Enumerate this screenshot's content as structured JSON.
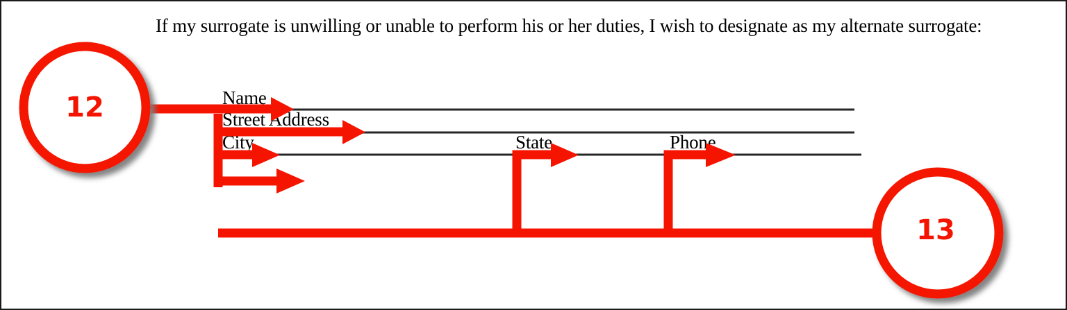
{
  "document": {
    "type": "annotated-form-excerpt",
    "intro_paragraph": "If my surrogate is unwilling or unable to perform his or her duties, I wish to designate as my alternate surrogate:",
    "fields": [
      {
        "label": "Name",
        "value": ""
      },
      {
        "label": "Street Address",
        "value": ""
      },
      {
        "label": "City",
        "value": ""
      },
      {
        "label": "State",
        "value": ""
      },
      {
        "label": "Phone",
        "value": ""
      }
    ]
  },
  "annotations": {
    "callouts": [
      {
        "id": "12",
        "label": "12",
        "targets": [
          "Name",
          "Street Address",
          "City"
        ]
      },
      {
        "id": "13",
        "label": "13",
        "targets": [
          "City",
          "State",
          "Phone"
        ]
      }
    ],
    "colors": {
      "accent": "#f51400",
      "rule": "#262626",
      "text": "#000000",
      "background": "#ffffff",
      "border": "#1a1a1a",
      "shadow": "#8a8a8a"
    }
  }
}
